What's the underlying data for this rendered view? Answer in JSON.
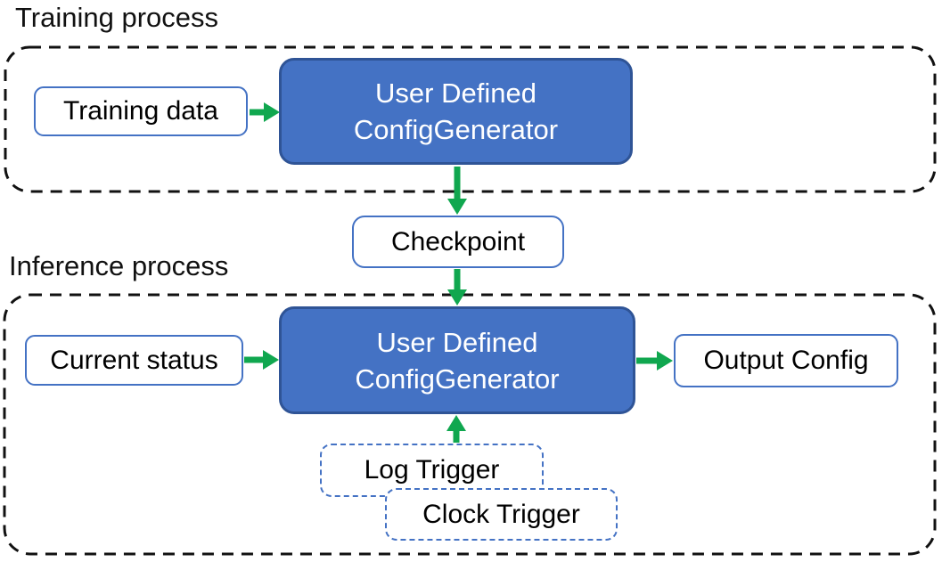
{
  "diagram_title": "ConfigGenerator training and inference process diagram",
  "colors": {
    "generator_fill": "#4472C4",
    "generator_border": "#2F5496",
    "io_box_border": "#4472C4",
    "trigger_box_border": "#4472C4",
    "arrow_green": "#10A74F",
    "container_dash_black": "#111111",
    "text_dark": "#000000",
    "text_light": "#FFFFFF"
  },
  "training": {
    "section_label": "Training process",
    "input_label": "Training data",
    "generator_lines": [
      "User Defined",
      "ConfigGenerator"
    ]
  },
  "checkpoint": {
    "label": "Checkpoint"
  },
  "inference": {
    "section_label": "Inference process",
    "input_label": "Current status",
    "generator_lines": [
      "User Defined",
      "ConfigGenerator"
    ],
    "output_label": "Output Config",
    "trigger_labels": [
      "Log Trigger",
      "Clock Trigger"
    ]
  },
  "edges": [
    {
      "from": "Training data",
      "to": "User Defined ConfigGenerator (training)"
    },
    {
      "from": "User Defined ConfigGenerator (training)",
      "to": "Checkpoint"
    },
    {
      "from": "Checkpoint",
      "to": "User Defined ConfigGenerator (inference)"
    },
    {
      "from": "Current status",
      "to": "User Defined ConfigGenerator (inference)"
    },
    {
      "from": "User Defined ConfigGenerator (inference)",
      "to": "Output Config"
    },
    {
      "from": "Log Trigger / Clock Trigger",
      "to": "User Defined ConfigGenerator (inference)"
    }
  ]
}
